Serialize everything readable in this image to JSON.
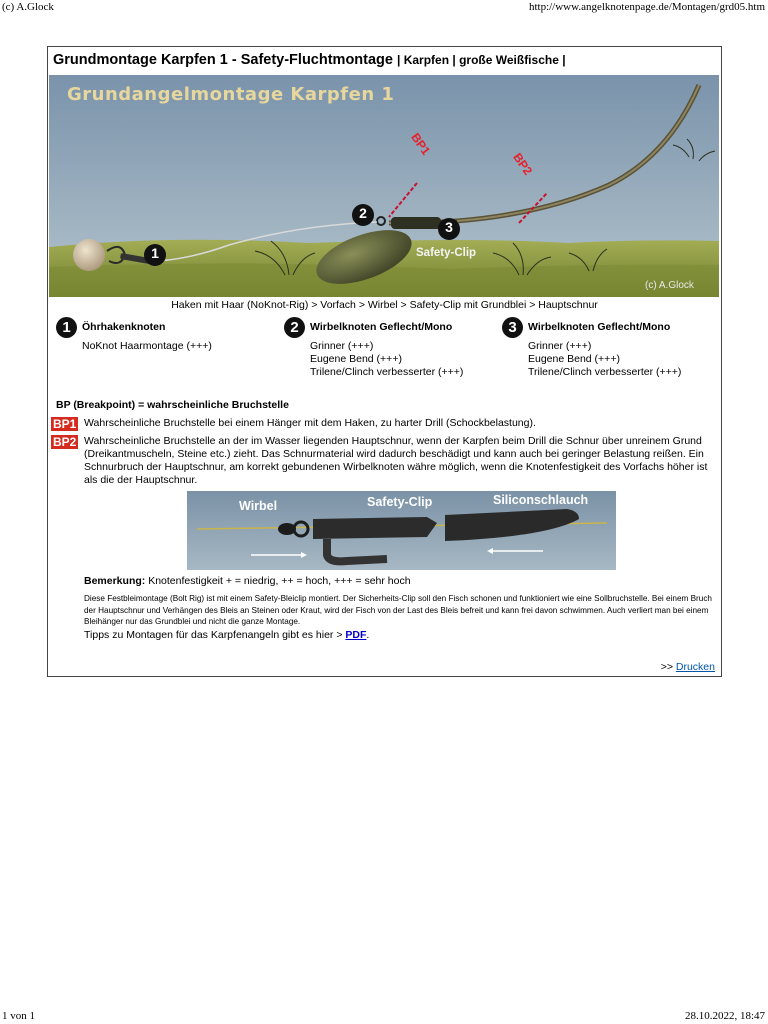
{
  "page": {
    "header_left": "(c) A.Glock",
    "header_right": "http://www.angelknotenpage.de/Montagen/grd05.htm",
    "footer_left": "1 von 1",
    "footer_right": "28.10.2022, 18:47"
  },
  "article": {
    "title": "Grundmontage Karpfen 1 - Safety-Fluchtmontage",
    "title_tags": "| Karpfen | große Weißfische |",
    "image_title": "Grundangelmontage Karpfen 1",
    "image_labels": {
      "bp1": "BP1",
      "bp2": "BP2",
      "safety_clip": "Safety-Clip",
      "copyright": "(c) A.Glock",
      "num1": "1",
      "num2": "2",
      "num3": "3"
    },
    "caption": "Haken mit Haar (NoKnot-Rig) > Vorfach > Wirbel > Safety-Clip mit Grundblei > Hauptschnur",
    "knots": [
      {
        "num": "1",
        "title": "Öhrhakenknoten",
        "lines": [
          "NoKnot Haarmontage (+++)"
        ]
      },
      {
        "num": "2",
        "title": "Wirbelknoten Geflecht/Mono",
        "lines": [
          "Grinner (+++)",
          "Eugene Bend (+++)",
          "Trilene/Clinch verbesserter (+++)"
        ]
      },
      {
        "num": "3",
        "title": "Wirbelknoten Geflecht/Mono",
        "lines": [
          "Grinner (+++)",
          "Eugene Bend (+++)",
          "Trilene/Clinch verbesserter (+++)"
        ]
      }
    ],
    "bp_heading": "BP (Breakpoint) = wahrscheinliche Bruchstelle",
    "breakpoints": [
      {
        "tag": "BP1",
        "text": "Wahrscheinliche Bruchstelle bei einem Hänger mit dem Haken, zu harter Drill (Schockbelastung)."
      },
      {
        "tag": "BP2",
        "text": "Wahrscheinliche Bruchstelle an der im Wasser liegenden Hauptschnur, wenn der Karpfen beim Drill die Schnur über unreinem Grund (Dreikantmuscheln, Steine etc.) zieht. Das Schnurmaterial wird dadurch beschädigt und kann auch bei geringer Belastung reißen. Ein Schnurbruch der Hauptschnur, am korrekt gebundenen Wirbelknoten währe möglich, wenn die Knotenfestigkeit des Vorfachs höher ist als die der Hauptschnur."
      }
    ],
    "detail_labels": {
      "wirbel": "Wirbel",
      "clip": "Safety-Clip",
      "schlauch": "Siliconschlauch"
    },
    "remark_label": "Bemerkung:",
    "remark_text": "Knotenfestigkeit + = niedrig, ++ = hoch, +++ = sehr hoch",
    "note": "Diese Festbleimontage (Bolt Rig) ist mit einem Safety-Bleiclip montiert. Der Sicherheits-Clip soll den Fisch schonen und funktioniert wie eine Sollbruchstelle. Bei einem Bruch der Hauptschnur und Verhängen des Bleis an Steinen oder Kraut, wird der Fisch von der Last des Bleis befreit und kann frei davon schwimmen. Auch verliert man bei einem Bleihänger nur das Grundblei und nicht die ganze Montage.",
    "tips_text": "Tipps zu Montagen für das Karpfenangeln gibt es hier >",
    "tips_link": "PDF",
    "tips_end": ".",
    "print_prefix": ">>",
    "print_link": "Drucken"
  },
  "colors": {
    "bp_tag": "#d52b1e",
    "link": "#0000cc",
    "water_top": "#7f98b0",
    "water_bottom": "#a9bcc8",
    "ground": "#8a9a3e"
  }
}
